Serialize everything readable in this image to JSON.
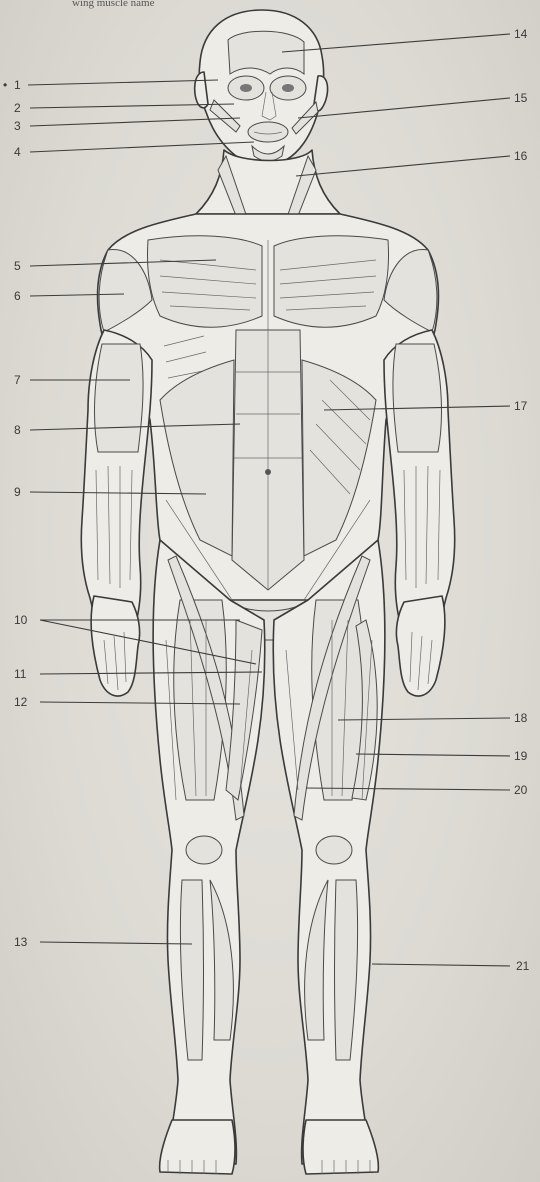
{
  "header_text": "wing muscle name",
  "callouts": [
    {
      "number": "1",
      "prefix": "•"
    },
    {
      "number": "2"
    },
    {
      "number": "3"
    },
    {
      "number": "4"
    },
    {
      "number": "5"
    },
    {
      "number": "6"
    },
    {
      "number": "7"
    },
    {
      "number": "8"
    },
    {
      "number": "9"
    },
    {
      "number": "10"
    },
    {
      "number": "11"
    },
    {
      "number": "12"
    },
    {
      "number": "13"
    },
    {
      "number": "14"
    },
    {
      "number": "15"
    },
    {
      "number": "16"
    },
    {
      "number": "17"
    },
    {
      "number": "18"
    },
    {
      "number": "19"
    },
    {
      "number": "20"
    },
    {
      "number": "21"
    }
  ]
}
